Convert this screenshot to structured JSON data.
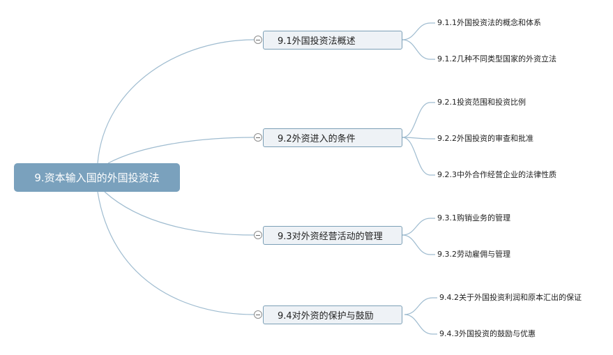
{
  "root": {
    "label": "9.资本输入国的外国投资法"
  },
  "branches": [
    {
      "label": "9.1外国投资法概述",
      "children": [
        "9.1.1外国投资法的概念和体系",
        "9.1.2几种不同类型国家的外资立法"
      ]
    },
    {
      "label": "9.2外资进入的条件",
      "children": [
        "9.2.1投资范围和投资比例",
        "9.2.2外国投资的审查和批准",
        "9.2.3中外合作经营企业的法律性质"
      ]
    },
    {
      "label": "9.3对外资经营活动的管理",
      "children": [
        "9.3.1购销业务的管理",
        "9.3.2劳动雇佣与管理"
      ]
    },
    {
      "label": "9.4对外资的保护与鼓励",
      "children": [
        "9.4.2关于外国投资利润和原本汇出的保证",
        "9.4.3外国投资的鼓励与优惠"
      ]
    }
  ],
  "colors": {
    "root_fill": "#7aa1bd",
    "line": "#9fbcd0",
    "branch_fill": "#eef2f6",
    "branch_border": "#7b9fb6"
  }
}
